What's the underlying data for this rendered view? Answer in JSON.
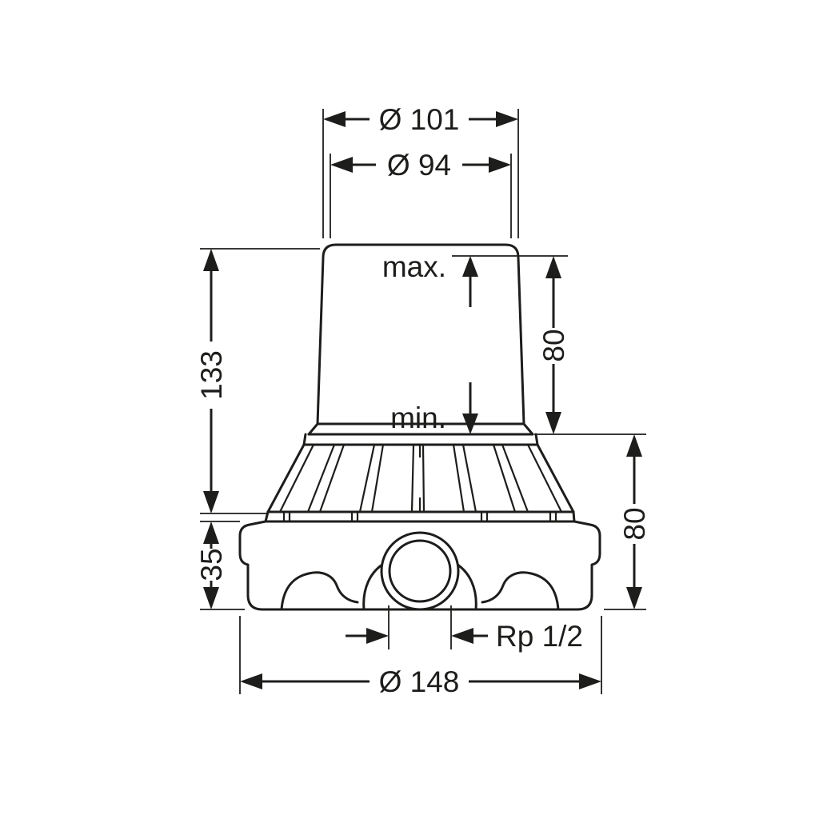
{
  "page": {
    "background": "#ffffff",
    "line_color": "#1d1d1b"
  },
  "drawing": {
    "name": "concealed-basic-set-dimension-drawing",
    "labels": {
      "dia_101": "Ø 101",
      "dia_94": "Ø 94",
      "max": "max.",
      "min": "min.",
      "travel_80": "80",
      "height_133": "133",
      "depth_80": "80",
      "base_35": "35",
      "thread": "Rp 1/2",
      "dia_148": "Ø 148"
    }
  }
}
